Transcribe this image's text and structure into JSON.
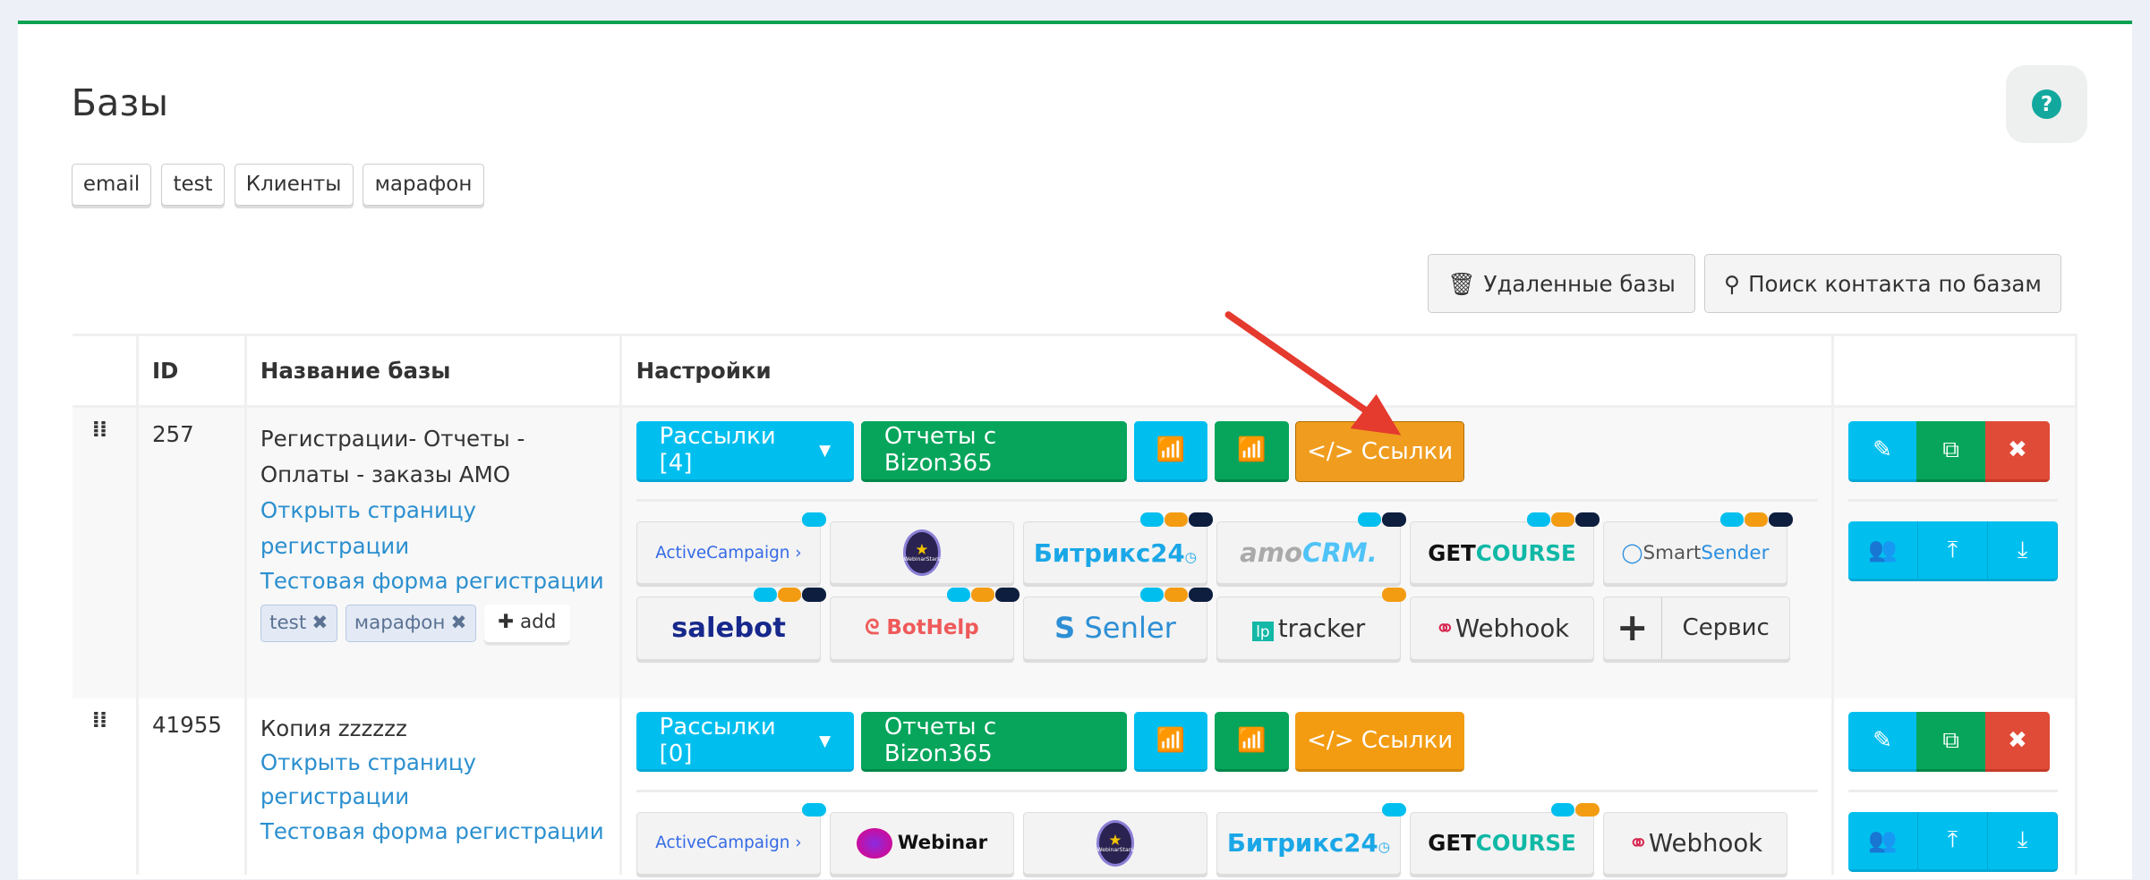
{
  "page": {
    "title": "Базы",
    "help_icon": "question-circle-icon"
  },
  "filter_tags": [
    "email",
    "test",
    "Клиенты",
    "марафон"
  ],
  "toolbar": {
    "deleted_bases": "Удаленные базы",
    "search_contact": "Поиск контакта по базам"
  },
  "table": {
    "headers": {
      "id": "ID",
      "name": "Название базы",
      "settings": "Настройки"
    },
    "rows": [
      {
        "id": "257",
        "name": "Регистрации- Отчеты - Оплаты - заказы АМО",
        "link_open": "Открыть страницу регистрации",
        "link_test": "Тестовая форма регистрации",
        "tags": [
          "test",
          "марафон"
        ],
        "add_tag": "add",
        "mailings": "Рассылки [4]",
        "reports": "Отчеты с Bizon365",
        "links": "Ссылки",
        "integrations": [
          {
            "name": "ActiveCampaign",
            "dots": [
              "#00bfef"
            ]
          },
          {
            "name": "WebinarStars",
            "dots": []
          },
          {
            "name": "Битрикс24",
            "dots": [
              "#00bfef",
              "#f39c12",
              "#0d1e3f"
            ]
          },
          {
            "name": "amoCRM",
            "dots": [
              "#00bfef",
              "#0d1e3f"
            ]
          },
          {
            "name": "GETCOURSE",
            "dots": [
              "#00bfef",
              "#f39c12",
              "#0d1e3f"
            ]
          },
          {
            "name": "SmartSender",
            "dots": [
              "#00bfef",
              "#f39c12",
              "#0d1e3f"
            ]
          },
          {
            "name": "salebot",
            "dots": [
              "#00bfef",
              "#f39c12",
              "#0d1e3f"
            ]
          },
          {
            "name": "BotHelp",
            "dots": [
              "#00bfef",
              "#f39c12",
              "#0d1e3f"
            ]
          },
          {
            "name": "Senler",
            "dots": [
              "#00bfef",
              "#f39c12",
              "#0d1e3f"
            ]
          },
          {
            "name": "tracker",
            "dots": [
              "#f39c12"
            ]
          },
          {
            "name": "Webhook",
            "dots": []
          }
        ],
        "service": "Сервис"
      },
      {
        "id": "41955",
        "name": "Копия zzzzzz",
        "link_open": "Открыть страницу регистрации",
        "link_test": "Тестовая форма регистрации",
        "mailings": "Рассылки [0]",
        "reports": "Отчеты с Bizon365",
        "links": "Ссылки",
        "integrations": [
          {
            "name": "ActiveCampaign",
            "dots": [
              "#00bfef"
            ]
          },
          {
            "name": "Webinar",
            "dots": []
          },
          {
            "name": "WebinarStars",
            "dots": []
          },
          {
            "name": "Битрикс24",
            "dots": [
              "#00bfef"
            ]
          },
          {
            "name": "GETCOURSE",
            "dots": [
              "#00bfef",
              "#f39c12"
            ]
          },
          {
            "name": "Webhook",
            "dots": []
          }
        ]
      }
    ]
  },
  "colors": {
    "blue": "#00bfef",
    "green": "#06a55b",
    "orange": "#f09d1f",
    "red": "#e04b38",
    "top_border": "#0aa150"
  }
}
